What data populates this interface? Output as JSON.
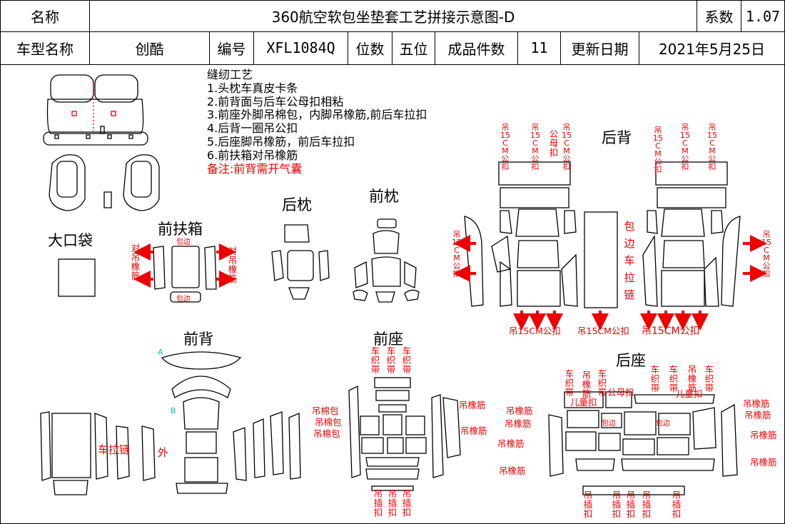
{
  "header": {
    "row1": {
      "name_label": "名称",
      "title": "360航空软包坐垫套工艺拼接示意图-D",
      "coef_label": "系数",
      "coef_value": "1.07"
    },
    "row2": {
      "model_label": "车型名称",
      "model_value": "创酷",
      "code_label": "编号",
      "code_value": "XFL1084Q",
      "seats_label": "位数",
      "seats_value": "五位",
      "pieces_label": "成品件数",
      "pieces_value": "11",
      "date_label": "更新日期",
      "date_value": "2021年5月25日"
    }
  },
  "notes": {
    "heading": "缝纫工艺",
    "items": [
      "1.头枕车真皮卡条",
      "2.前背面与后车公母扣相粘",
      "3.前座外脚吊棉包，内脚吊橡筋,前后车拉扣",
      "4.后背一圈吊公扣",
      "5.后座脚吊橡筋，前后车拉扣",
      "6.前扶箱对吊橡筋"
    ],
    "remark": "备注:前背需开气囊"
  },
  "sections": {
    "big_pocket": "大口袋",
    "front_armrest": "前扶箱",
    "rear_headrest": "后枕",
    "front_headrest": "前枕",
    "rear_back": "后背",
    "front_back": "前背",
    "front_seat": "前座",
    "rear_seat": "后座"
  },
  "annotations": {
    "pair_elastic": "对吊橡筋",
    "wrap_edge": "包边",
    "hang_15cm_male": "吊15CM公扣",
    "hang_15cm": "吊15CM",
    "male_female": "公母扣",
    "wrap_zip": "包边车拉链",
    "pull_chain": "车拉链",
    "outer": "外",
    "weave_strip": "车织带",
    "hang_cotton": "吊棉包",
    "hang_elastic": "吊橡筋",
    "hang_insert": "吊插扣",
    "child_button": "儿童扣",
    "cyan_a": "A",
    "cyan_b": "B"
  },
  "colors": {
    "annotation": "#e00000",
    "arrow": "#e00000",
    "outline": "#000000",
    "cyan_marker": "#1bb3b3"
  }
}
